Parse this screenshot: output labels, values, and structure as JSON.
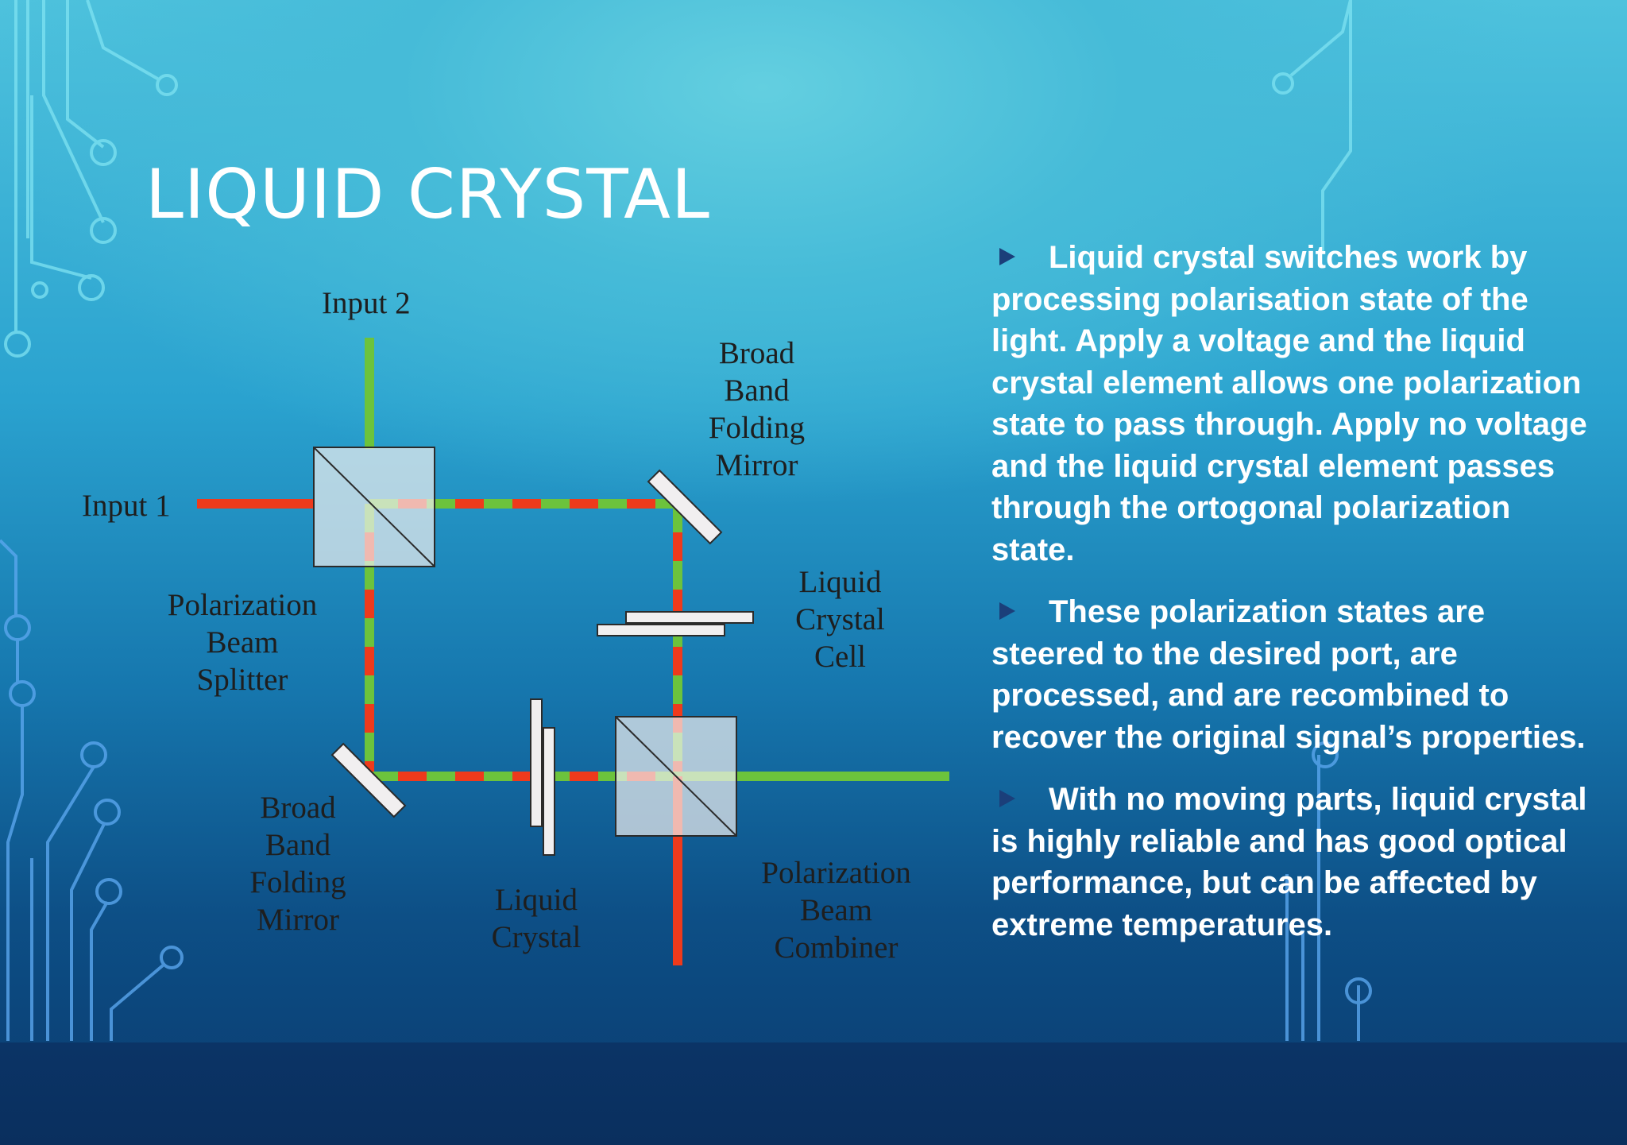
{
  "slide": {
    "title": "LIQUID CRYSTAL"
  },
  "diagram": {
    "labels": {
      "input2": "Input 2",
      "input1": "Input 1",
      "folding_mirror_top": [
        "Broad",
        "Band",
        "Folding",
        "Mirror"
      ],
      "lc_cell_right": [
        "Liquid",
        "Crystal",
        "Cell"
      ],
      "pbs_splitter": [
        "Polarization",
        "Beam",
        "Splitter"
      ],
      "folding_mirror_bottom": [
        "Broad",
        "Band",
        "Folding",
        "Mirror"
      ],
      "lc_cell_bottom": [
        "Liquid",
        "Crystal"
      ],
      "pbs_combiner": [
        "Polarization",
        "Beam",
        "Combiner"
      ]
    },
    "colors": {
      "red_beam": "#ee3a1c",
      "green_beam": "#6cc33c",
      "optic_fill": "#f1eff0",
      "optic_stroke": "#2b2b2b"
    }
  },
  "bullets": [
    "Liquid crystal switches work by processing polarisation state of the light. Apply a voltage and the liquid crystal element allows one polarization state to pass through. Apply no voltage and the liquid crystal element passes through the ortogonal polarization state.",
    "These polarization states are steered to the desired port, are processed, and are recombined to recover the original signal’s properties.",
    "With no moving parts, liquid crystal is highly reliable and has good optical performance, but can be affected by extreme temperatures."
  ],
  "icons": {
    "bullet": "triangle-right-icon",
    "decoration": "circuit-lines-decoration"
  }
}
